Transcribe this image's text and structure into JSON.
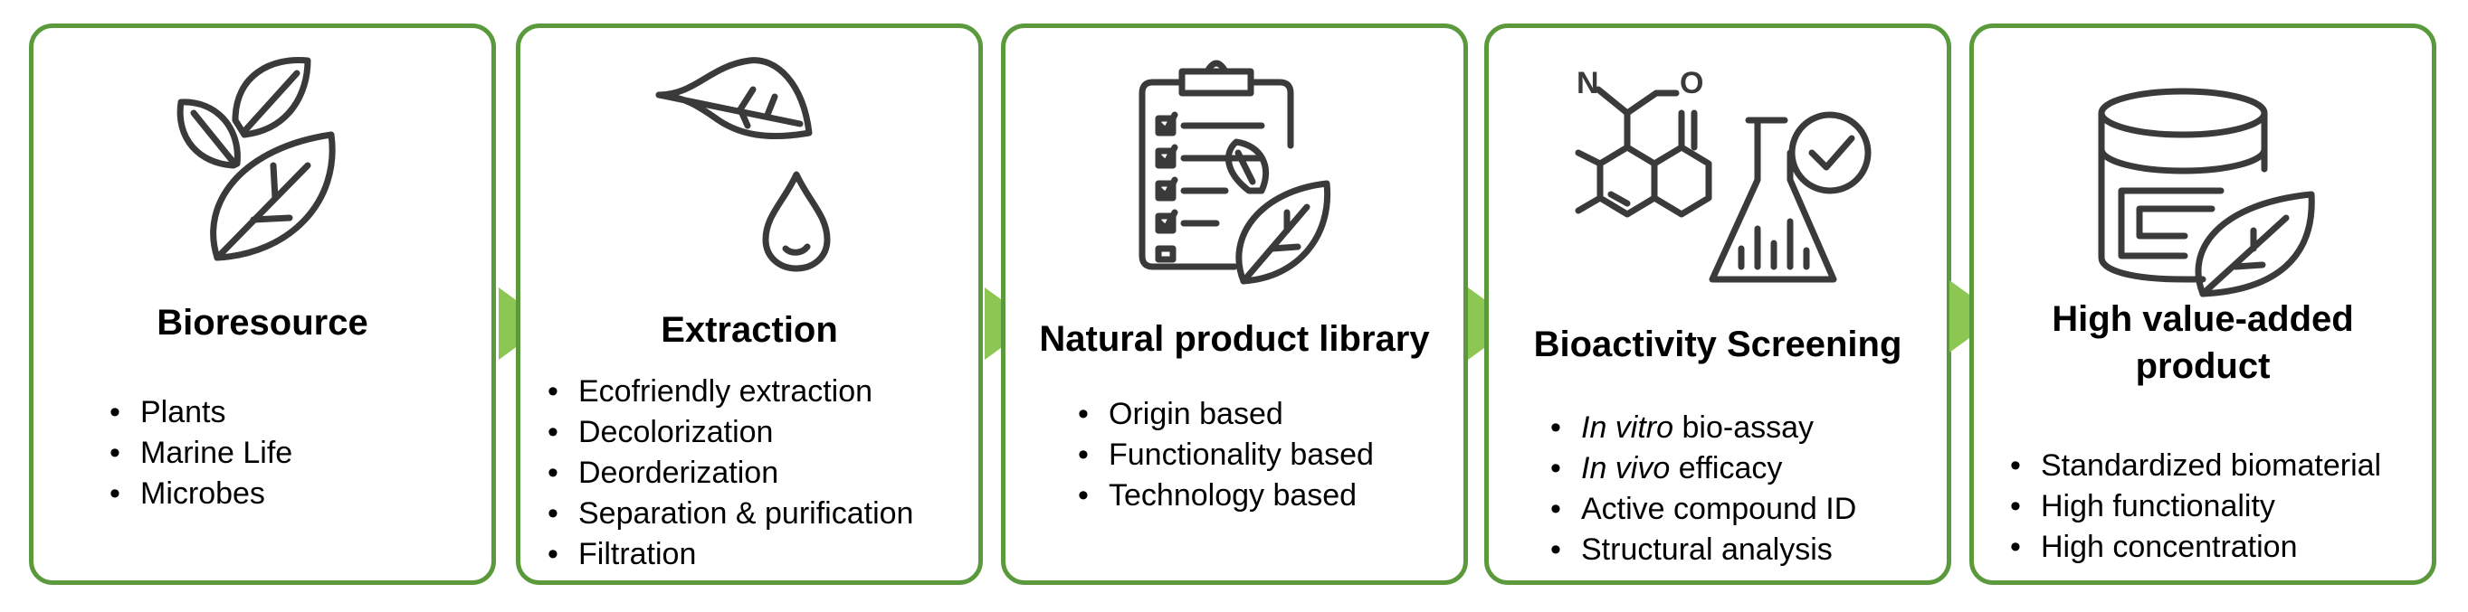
{
  "colors": {
    "border": "#5b9a3c",
    "arrow": "#8dc753",
    "icon": "#3a3a3a"
  },
  "panels": [
    {
      "icon": "leaves-icon",
      "title": "Bioresource",
      "items": [
        "Plants",
        "Marine Life",
        "Microbes"
      ]
    },
    {
      "icon": "leaf-drop-icon",
      "title": "Extraction",
      "items": [
        "Ecofriendly extraction",
        "Decolorization",
        "Deorderization",
        "Separation & purification",
        "Filtration"
      ]
    },
    {
      "icon": "clipboard-checklist-icon",
      "title": "Natural product library",
      "items": [
        "Origin based",
        "Functionality based",
        "Technology based"
      ]
    },
    {
      "icon": "molecule-flask-icon",
      "title": "Bioactivity Screening",
      "items": [
        {
          "em": "In vitro",
          "rest": " bio-assay"
        },
        {
          "em": "In vivo",
          "rest": " efficacy"
        },
        {
          "em": "",
          "rest": "Active compound ID"
        },
        {
          "em": "",
          "rest": "Structural analysis"
        }
      ]
    },
    {
      "icon": "jar-leaf-icon",
      "title_line1": "High value-added",
      "title_line2": "product",
      "items": [
        "Standardized biomaterial",
        "High functionality",
        "High concentration"
      ]
    }
  ]
}
